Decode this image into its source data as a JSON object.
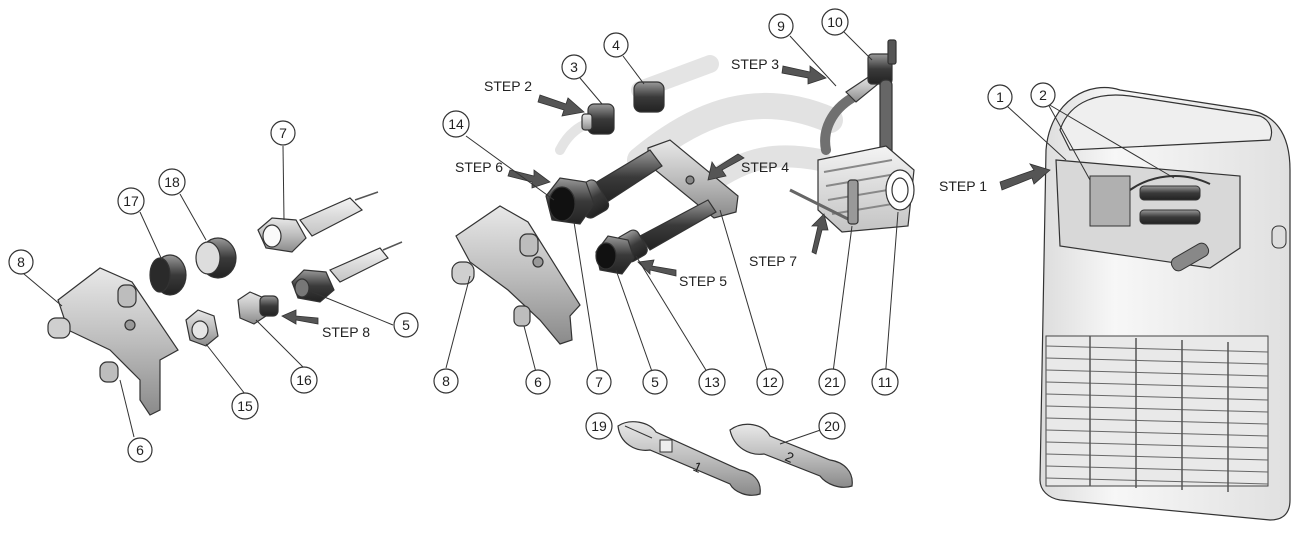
{
  "steps": {
    "s1": "STEP 1",
    "s2": "STEP 2",
    "s3": "STEP 3",
    "s4": "STEP 4",
    "s5": "STEP 5",
    "s6": "STEP 6",
    "s7": "STEP 7",
    "s8": "STEP 8"
  },
  "callouts": {
    "c1": "1",
    "c2": "2",
    "c3": "3",
    "c4": "4",
    "c5a": "5",
    "c5b": "5",
    "c6a": "6",
    "c6b": "6",
    "c7a": "7",
    "c7b": "7",
    "c8a": "8",
    "c8b": "8",
    "c9": "9",
    "c10": "10",
    "c11": "11",
    "c12": "12",
    "c13": "13",
    "c14": "14",
    "c15": "15",
    "c16": "16",
    "c17": "17",
    "c18": "18",
    "c19": "19",
    "c20": "20",
    "c21": "21"
  },
  "wrench_marks": {
    "w1": "1",
    "w2": "2"
  },
  "colors": {
    "line": "#333333",
    "metal": "#c8c8c8",
    "dark": "#4a4a4a",
    "hose": "#e3e3e3",
    "arrow": "#555555",
    "unit_body": "#f2f2f2"
  }
}
